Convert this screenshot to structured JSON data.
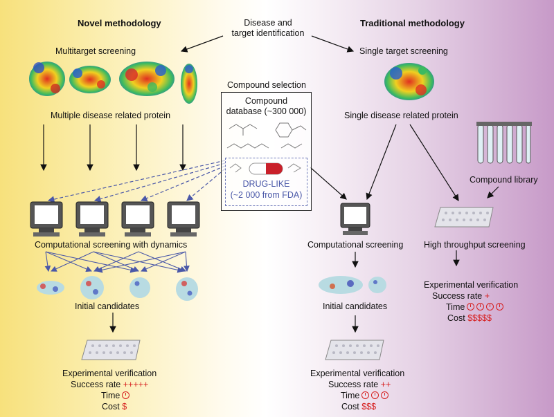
{
  "headers": {
    "left": "Novel methodology",
    "right": "Traditional methodology"
  },
  "top": {
    "disease": "Disease and",
    "disease2": "target identification"
  },
  "left": {
    "multitarget": "Multitarget screening",
    "proteins_label": "Multiple disease related protein",
    "comp_screening": "Computational screening with dynamics",
    "initial": "Initial candidates",
    "exp": "Experimental verification",
    "success_label": "Success rate",
    "success_value": "+++++",
    "time_label": "Time",
    "time_clocks": 1,
    "cost_label": "Cost",
    "cost_value": "$"
  },
  "center": {
    "selection": "Compound selection",
    "db_line1": "Compound",
    "db_line2": "database (~300 000)",
    "drug_line1": "DRUG-LIKE",
    "drug_line2": "(~2 000 from FDA)"
  },
  "right": {
    "single": "Single target screening",
    "protein_label": "Single disease related protein",
    "library": "Compound library",
    "comp_screening": "Computational screening",
    "hts": "High throughput screening",
    "initial": "Initial candidates",
    "exp_mid": "Experimental verification",
    "mid_success_label": "Success rate",
    "mid_success_value": "++",
    "mid_time_label": "Time",
    "mid_time_clocks": 3,
    "mid_cost_label": "Cost",
    "mid_cost_value": "$$$",
    "exp_right": "Experimental verification",
    "r_success_label": "Success rate",
    "r_success_value": "+",
    "r_time_label": "Time",
    "r_time_clocks": 4,
    "r_cost_label": "Cost",
    "r_cost_value": "$$$$$"
  },
  "icons": {
    "protein": "protein-surface-icon",
    "computer": "computer-monitor-icon",
    "molecule": "molecule-icon",
    "plate": "well-plate-icon",
    "tubes": "test-tube-icon",
    "capsule": "capsule-icon",
    "clock": "clock-icon"
  },
  "colors": {
    "arrow_blue": "#4a58a8",
    "red": "#d62020",
    "left_bg": "#f7e17c",
    "right_bg": "#c79ac8"
  }
}
